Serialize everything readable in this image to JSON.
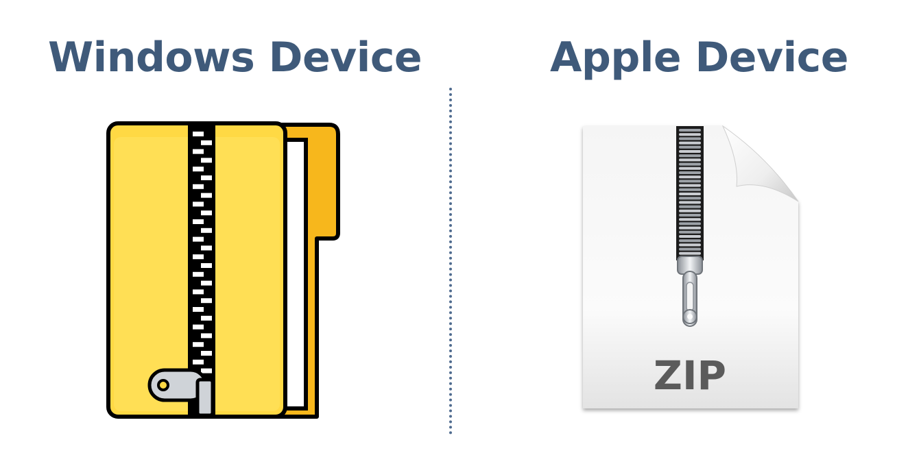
{
  "windows": {
    "title": "Windows Device",
    "icon": "zip-folder-icon"
  },
  "apple": {
    "title": "Apple Device",
    "icon": "zip-file-icon",
    "file_label": "ZIP"
  },
  "colors": {
    "title": "#3f5a7a",
    "divider": "#4f6b8f",
    "folder_front": "#ffd944",
    "folder_back": "#f7b71c",
    "outline": "#000000"
  }
}
